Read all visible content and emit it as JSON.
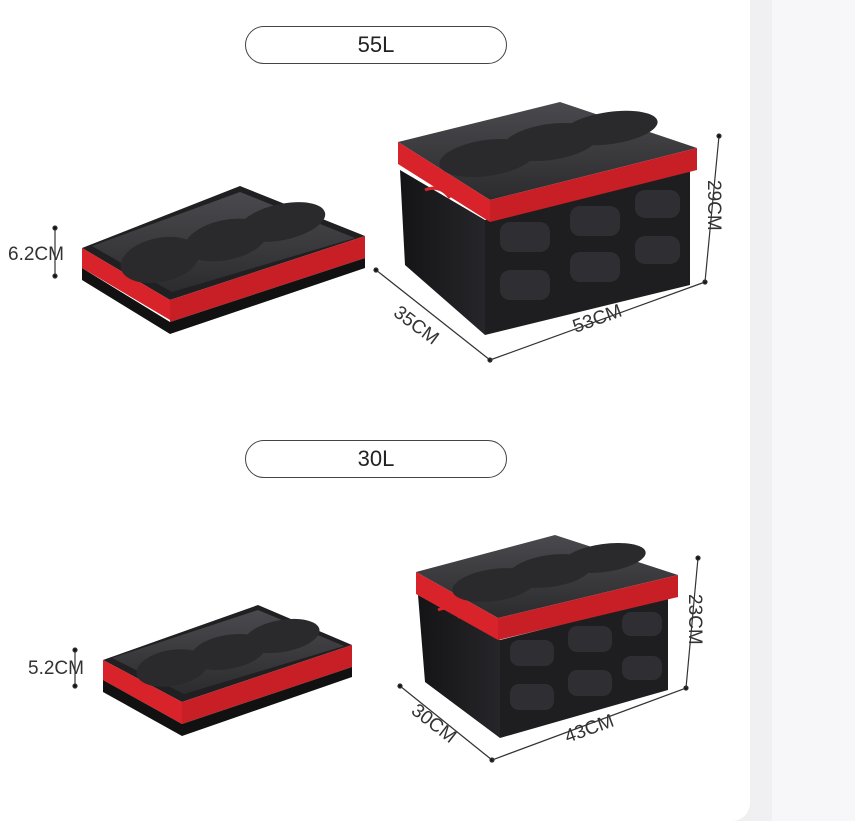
{
  "sections": [
    {
      "capacity": "55L",
      "folded_height": "6.2CM",
      "depth": "35CM",
      "width": "53CM",
      "height": "29CM"
    },
    {
      "capacity": "30L",
      "folded_height": "5.2CM",
      "depth": "30CM",
      "width": "43CM",
      "height": "23CM"
    }
  ],
  "colors": {
    "box_black": "#1b1b1d",
    "lid_grey": "#3a3a3d",
    "accent_red": "#d8232a"
  },
  "icons": [
    "folded-crate-image",
    "open-crate-image"
  ]
}
